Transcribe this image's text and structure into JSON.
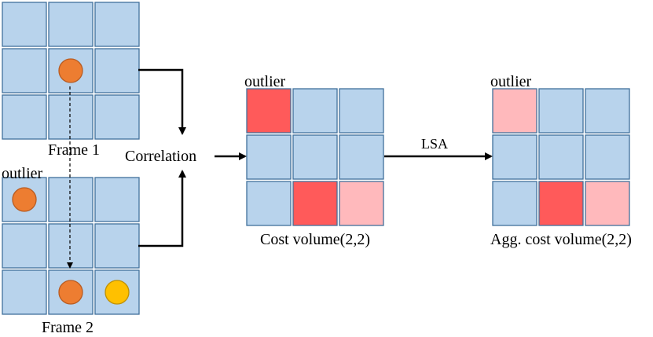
{
  "labels": {
    "frame1": "Frame 1",
    "frame2": "Frame 2",
    "frame2_outlier": "outlier",
    "correlation": "Correlation",
    "cost_outlier": "outlier",
    "cost_volume": "Cost volume(2,2)",
    "lsa": "LSA",
    "agg_outlier": "outlier",
    "agg_cost_volume": "Agg. cost volume(2,2)"
  },
  "colors": {
    "cell": "#b8d3ec",
    "cell_border": "#41719c",
    "strong": "#ff5a5a",
    "weak": "#ffb9bc",
    "point": "#ed7d31",
    "point_border": "#b85c22",
    "point_alt": "#ffc000",
    "point_alt_border": "#bf9000"
  },
  "grids": {
    "frame1": {
      "cells": [
        "n",
        "n",
        "n",
        "n",
        "n",
        "n",
        "n",
        "n",
        "n"
      ],
      "dots": [
        {
          "cell": 4,
          "color": "point"
        }
      ]
    },
    "frame2": {
      "cells": [
        "n",
        "n",
        "n",
        "n",
        "n",
        "n",
        "n",
        "n",
        "n"
      ],
      "dots": [
        {
          "cell": 0,
          "color": "point"
        },
        {
          "cell": 7,
          "color": "point"
        },
        {
          "cell": 8,
          "color": "point_alt"
        }
      ]
    },
    "cost": {
      "cells": [
        "strong",
        "n",
        "n",
        "n",
        "n",
        "n",
        "n",
        "strong",
        "weak"
      ],
      "dots": []
    },
    "agg": {
      "cells": [
        "weak",
        "n",
        "n",
        "n",
        "n",
        "n",
        "n",
        "strong",
        "weak"
      ],
      "dots": []
    }
  }
}
